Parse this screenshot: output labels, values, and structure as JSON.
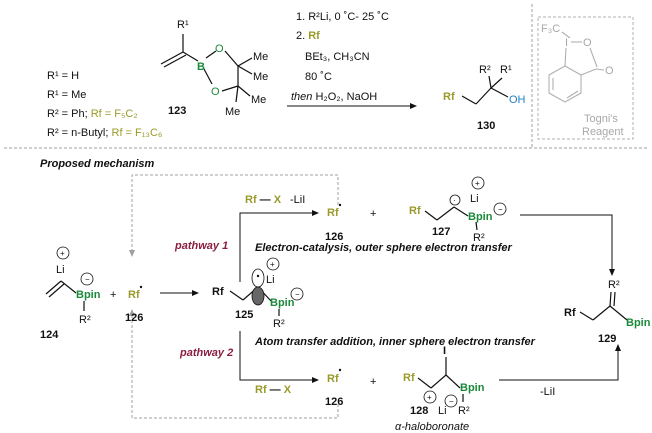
{
  "reaction": {
    "r1_h": "R¹ = H",
    "r1_me": "R¹ = Me",
    "r2_ph_a": "R² = Ph; ",
    "r2_ph_b": "Rf = F₅C₂",
    "r2_bu_a": "R² = n-Butyl; ",
    "r2_bu_b": "Rf = F₁₃C₆",
    "sub_r1": "R¹",
    "sub_b": "B",
    "sub_o1": "O",
    "sub_o2": "O",
    "me1": "Me",
    "me2": "Me",
    "me3": "Me",
    "me4": "Me",
    "compound_123": "123",
    "cond1": "1. R²Li, 0 ˚C- 25 ˚C",
    "cond2_num": "2. ",
    "cond2_rf": "Rf",
    "cond3": "BEt₃, CH₃CN",
    "cond4": "80 ˚C",
    "cond5_then": "then",
    "cond5_rest": " H₂O₂, NaOH",
    "prod_rf": "Rf",
    "prod_r2": "R²",
    "prod_r1": "R¹",
    "prod_oh": "OH",
    "compound_130": "130",
    "togni_f3c": "F₃C",
    "togni_i": "I",
    "togni_o1": "O",
    "togni_o2": "O",
    "togni_label1": "Togni's",
    "togni_label2": "Reagent"
  },
  "mechanism": {
    "heading": "Proposed mechanism",
    "s124_li": "Li",
    "s124_bpin": "Bpin",
    "s124_r2": "R²",
    "s124_num": "124",
    "plus1": "+",
    "rad_rf": "Rf",
    "rad_num": "126",
    "i125_rf": "Rf",
    "i125_li": "Li",
    "i125_bpin": "Bpin",
    "i125_r2": "R²",
    "i125_num": "125",
    "pathway1": "pathway 1",
    "pathway2": "pathway 2",
    "rfx_rf": "Rf",
    "rfx_x": "X",
    "minus_lii_top": "-LiI",
    "top_rad_rf": "Rf",
    "top_rad_num": "126",
    "plus2": "+",
    "i127_rf": "Rf",
    "i127_li": "Li",
    "i127_bpin": "Bpin",
    "i127_r2": "R²",
    "i127_num": "127",
    "ec_text": "Electron-catalysis, outer sphere electron transfer",
    "at_text": "Atom transfer addition, inner sphere electron transfer",
    "p129_r2": "R²",
    "p129_rf": "Rf",
    "p129_bpin": "Bpin",
    "p129_num": "129",
    "rfx2_rf": "Rf",
    "rfx2_x": "X",
    "bot_rad_rf": "Rf",
    "bot_rad_num": "126",
    "plus3": "+",
    "i128_i": "I",
    "i128_rf": "Rf",
    "i128_bpin": "Bpin",
    "i128_li": "Li",
    "i128_r2": "R²",
    "i128_num": "128",
    "minus_lii_bot": "-LiI",
    "halo_label": "α-haloboronate"
  }
}
